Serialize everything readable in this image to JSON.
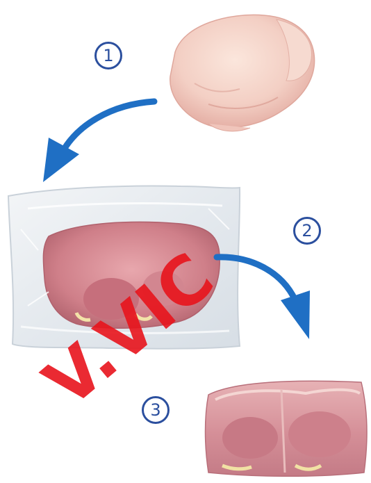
{
  "steps": [
    {
      "id": "1",
      "label": "1",
      "image": "raw-whole-chicken"
    },
    {
      "id": "2",
      "label": "2",
      "image": "vacuum-sealed-bag"
    },
    {
      "id": "3",
      "label": "3",
      "image": "compressed-meat-block"
    }
  ],
  "watermark": {
    "text": "V.VIC",
    "color": "#e8141c"
  },
  "colors": {
    "arrow": "#1f6fc4",
    "label": "#2b4f9e",
    "meat": "#d9939b",
    "skin": "#f1cfc6"
  }
}
